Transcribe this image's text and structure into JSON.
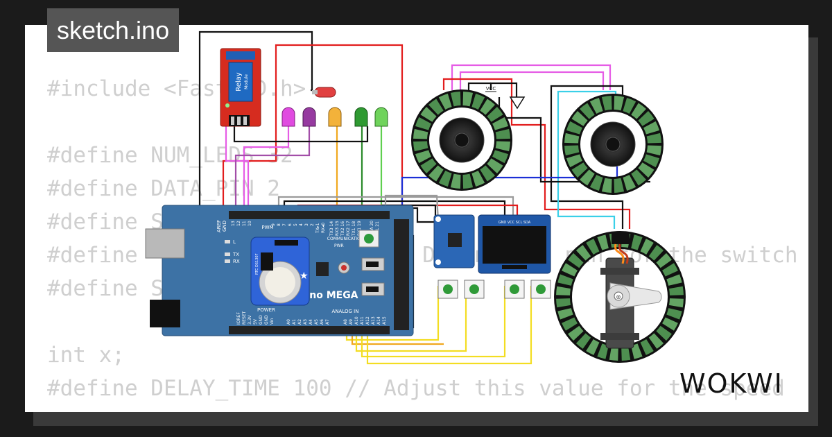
{
  "tab": {
    "title": "sketch.ino"
  },
  "code_lines": [
    "#include <FastLED.h>",
    "",
    "#define NUM_LEDS 32",
    "#define DATA_PIN 2",
    "#define S",
    "#define                      Define the pin for the switch",
    "#define S",
    "",
    "int x;",
    "#define DELAY_TIME 100 // Adjust this value for the speed"
  ],
  "brand": {
    "name": "WOKWI"
  },
  "relay": {
    "label": "Relay",
    "sub": "Module"
  },
  "mega": {
    "title": "uino MEGA",
    "pwm": "PWM",
    "communication": "COMMUNICATION",
    "power": "POWER",
    "analog_in": "ANALOG IN",
    "aref": "AREF",
    "gnd": "GND",
    "led_l": "L",
    "led_tx": "TX",
    "led_rx": "RX",
    "pwr": "PWR",
    "digital_pins": [
      "13",
      "12",
      "11",
      "10",
      "9",
      "8",
      "7",
      "6",
      "5",
      "4",
      "3",
      "2",
      "TX▸1",
      "RX◂0",
      "TX3 14",
      "RX3 15",
      "TX2 16",
      "RX2 17",
      "TX1 18",
      "RX1 19",
      "SDA 20",
      "SCL 21"
    ],
    "power_pins": [
      "IOREF",
      "RESET",
      "3.3V",
      "5V",
      "GND",
      "GND",
      "Vin"
    ],
    "analog_pins": [
      "A0",
      "A1",
      "A2",
      "A3",
      "A4",
      "A5",
      "A6",
      "A7",
      "A8",
      "A9",
      "A10",
      "A11",
      "A12",
      "A13",
      "A14",
      "A15"
    ]
  },
  "rtc": {
    "label": "RTC DS1307"
  },
  "oled": {
    "pins": "GND VCC SCL SDA"
  },
  "power_rail": {
    "vcc": "VCC"
  },
  "colors": {
    "background": "#1b1b1b",
    "card": "#ffffff",
    "code_text": "#cfcfcf",
    "tab_bg": "#555555",
    "board_blue": "#3d72a5",
    "relay_red": "#d62c1f",
    "oled_blue": "#1f57a7",
    "ring_green": "#5fa05f",
    "wire_red": "#e21d1d",
    "wire_black": "#111111",
    "wire_magenta": "#e65ce6",
    "wire_purple": "#a24ea8",
    "wire_orange": "#f0a81e",
    "wire_green": "#2b8a2b",
    "wire_lime": "#5fcf4f",
    "wire_blue": "#1b2fd6",
    "wire_cyan": "#3ad0e8",
    "wire_yellow": "#f3dd22"
  }
}
